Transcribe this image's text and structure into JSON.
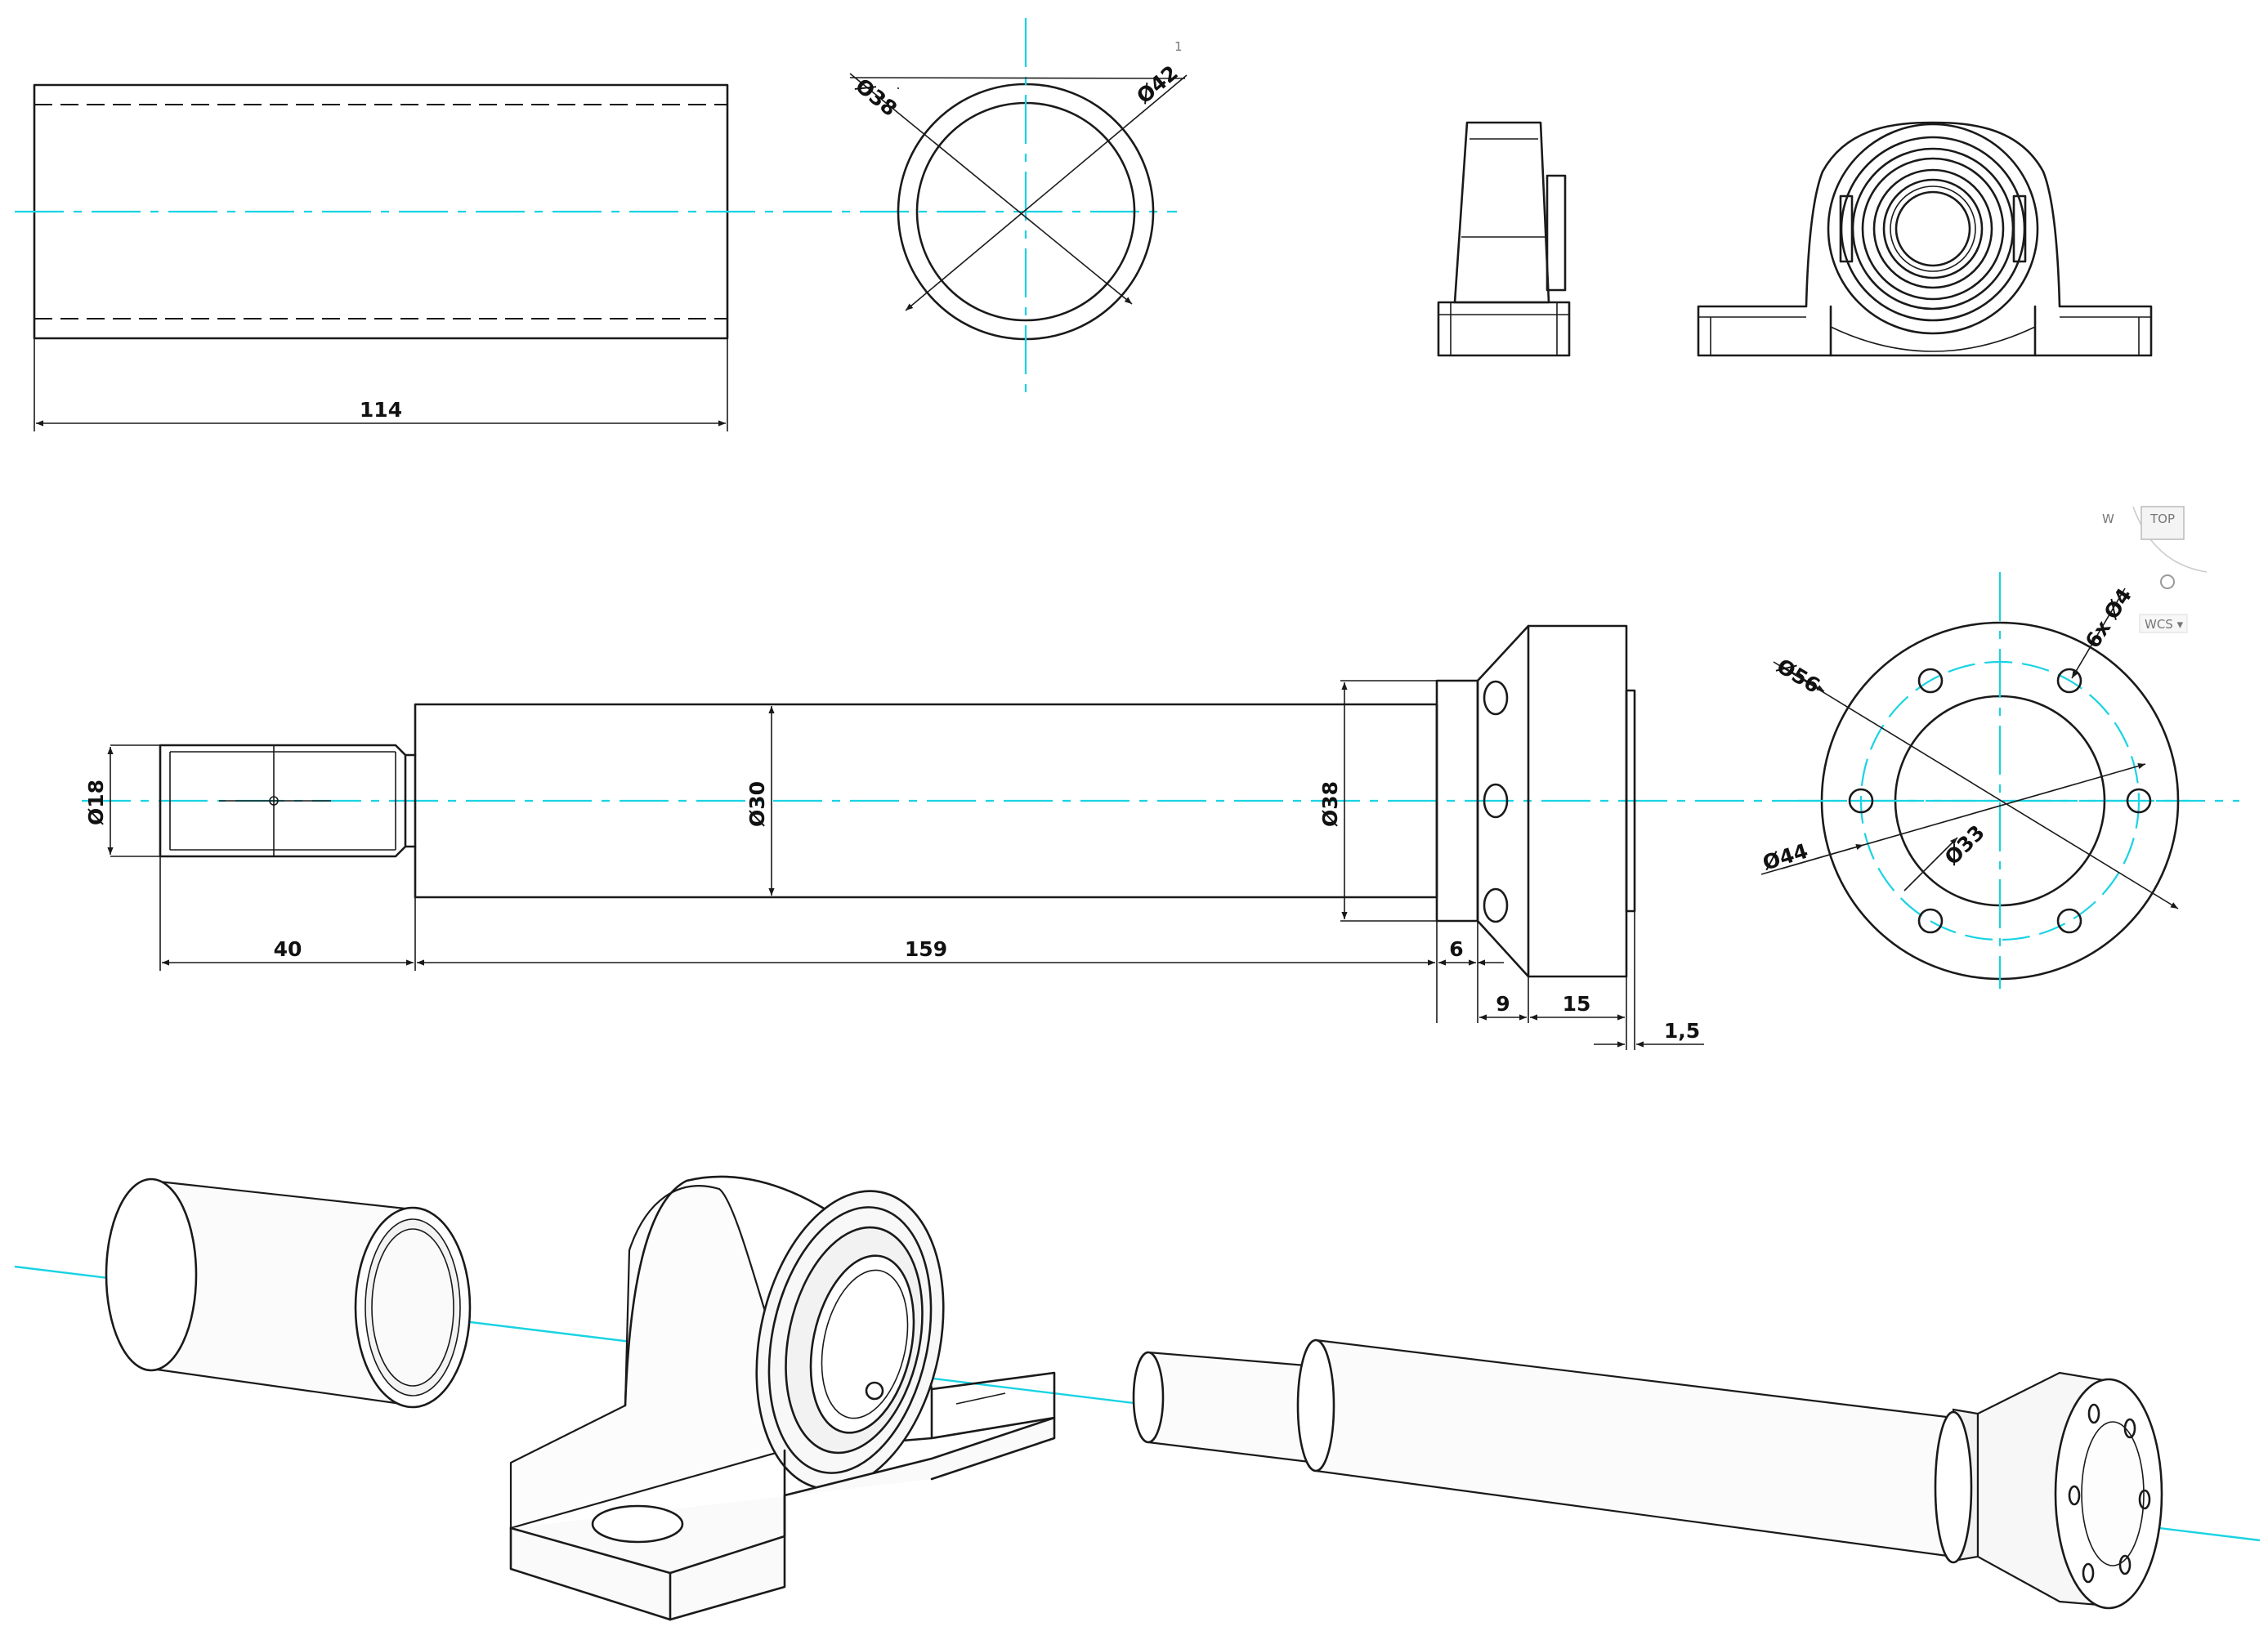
{
  "drawing": {
    "top_row": {
      "sleeve_length": "114",
      "sleeve_inner_dia": "Ø38",
      "sleeve_outer_dia": "Ø42",
      "corner_mark": "1"
    },
    "shaft": {
      "thread_dia": "Ø18",
      "body_dia": "Ø30",
      "shoulder_dia": "Ø38",
      "len_thread": "40",
      "len_body": "159",
      "len_shoulder": "6",
      "len_chamfer": "9",
      "len_flange": "15",
      "len_lip": "1,5"
    },
    "flange": {
      "outer_dia": "Ø56",
      "pitch_dia": "Ø44",
      "inner_dia": "Ø33",
      "holes": "6x Ø4"
    },
    "viewcube": {
      "face": "TOP",
      "compass": "W",
      "ucs": "WCS ▾"
    }
  },
  "colors": {
    "centerline": "#19d3e3",
    "linework": "#1a1a1a",
    "background": "#ffffff"
  }
}
